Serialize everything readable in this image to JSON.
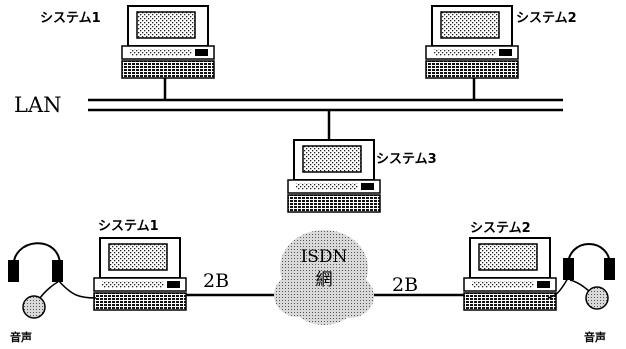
{
  "lan_section": {
    "network_label": "LAN",
    "systems": [
      "システム1",
      "システム2",
      "システム3"
    ]
  },
  "isdn_section": {
    "network_label": "ISDN",
    "network_label_line2": "網",
    "channel_left": "2B",
    "channel_right": "2B",
    "systems": [
      "システム1",
      "システム2"
    ],
    "voice_left": "音声",
    "voice_right": "音声"
  },
  "icons": [
    "computer-icon",
    "headset-icon"
  ]
}
